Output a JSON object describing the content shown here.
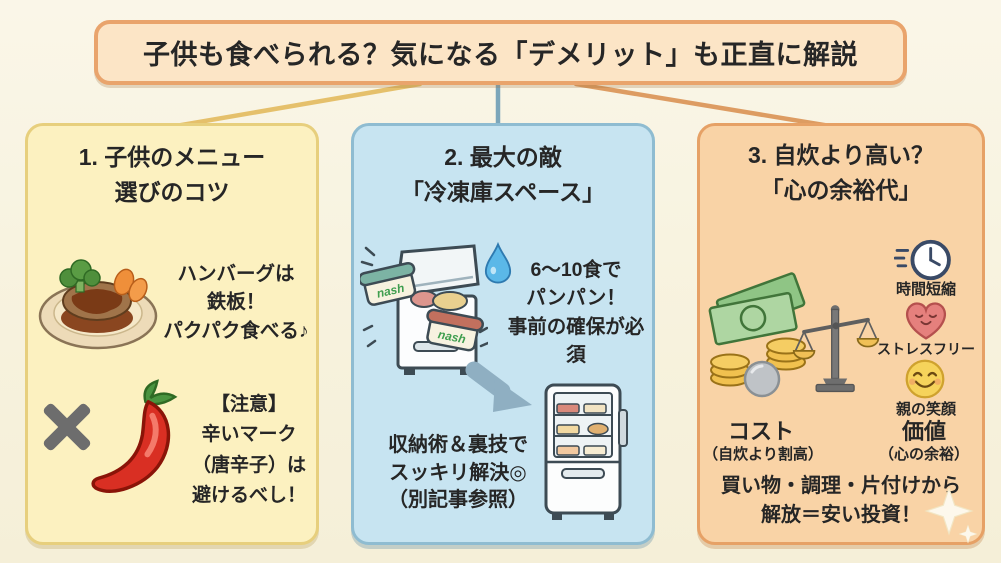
{
  "banner": {
    "title": "子供も食べられる？気になる「デメリット」も正直に解説"
  },
  "panel1": {
    "title": "1. 子供のメニュー\n選びのコツ",
    "tip": "ハンバーグは\n鉄板！\nパクパク食べる♪",
    "caution": "【注意】\n辛いマーク\n（唐辛子）は\n避けるべし！",
    "icons": [
      "hamburger-plate-icon",
      "x-mark-icon",
      "chili-pepper-icon"
    ]
  },
  "panel2": {
    "title": "2. 最大の敵\n「冷凍庫スペース」",
    "problem": "6〜10食で\nパンパン！\n事前の確保が必須",
    "solution": "収納術＆裏技で\nスッキリ解決◎\n（別記事参照）",
    "brand": "nash",
    "icons": [
      "chest-freezer-icon",
      "water-drop-icon",
      "arrow-down-right-icon",
      "refrigerator-icon"
    ]
  },
  "panel3": {
    "title": "3. 自炊より高い？\n「心の余裕代」",
    "benefits": [
      "時間短縮",
      "ストレスフリー",
      "親の笑顔"
    ],
    "cost_label": "コスト",
    "cost_note": "（自炊より割高）",
    "value_label": "価値",
    "value_note": "（心の余裕）",
    "conclusion": "買い物・調理・片付けから\n解放＝安い投資！",
    "icons": [
      "money-bills-icon",
      "coin-stack-icon",
      "balance-scale-icon",
      "clock-icon",
      "heart-icon",
      "smiley-face-icon",
      "sparkle-icon"
    ]
  },
  "colors": {
    "background": "#f8f3e1",
    "banner_bg": "#fce5c6",
    "banner_border": "#e9a46c",
    "panel1_bg": "#fcf1c0",
    "panel1_border": "#e7cf7d",
    "panel2_bg": "#c7e4f1",
    "panel2_border": "#8fbcd1",
    "panel3_bg": "#f9d3a6",
    "panel3_border": "#e6a166",
    "connector_yellow": "#e5c06b",
    "connector_blue": "#7ca6ba",
    "connector_orange": "#dd9c62",
    "text": "#262626",
    "brand_green": "#3f9e4f"
  }
}
